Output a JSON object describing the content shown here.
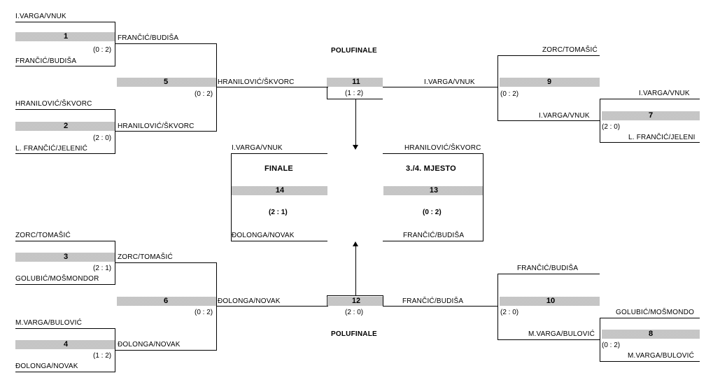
{
  "labels": {
    "polufinale_top": "POLUFINALE",
    "polufinale_bottom": "POLUFINALE",
    "finale": "FINALE",
    "third_place": "3./4. MJESTO"
  },
  "matches": {
    "m1": {
      "number": "1",
      "score": "(0 : 2)",
      "top": "I.VARGA/VNUK",
      "bottom": "FRANČIĆ/BUDIŠA",
      "winner": "FRANČIĆ/BUDIŠA"
    },
    "m2": {
      "number": "2",
      "score": "(2 : 0)",
      "top": "HRANILOVIĆ/ŠKVORC",
      "bottom": "L. FRANČIĆ/JELENIĆ",
      "winner": "HRANILOVIĆ/ŠKVORC"
    },
    "m3": {
      "number": "3",
      "score": "(2 : 1)",
      "top": "ZORC/TOMAŠIĆ",
      "bottom": "GOLUBIĆ/MOŠMONDOR",
      "winner": "ZORC/TOMAŠIĆ"
    },
    "m4": {
      "number": "4",
      "score": "(1 : 2)",
      "top": "M.VARGA/BULOVIĆ",
      "bottom": "ĐOLONGA/NOVAK",
      "winner": "ĐOLONGA/NOVAK"
    },
    "m5": {
      "number": "5",
      "score": "(0 : 2)",
      "winner": "HRANILOVIĆ/ŠKVORC"
    },
    "m6": {
      "number": "6",
      "score": "(0 : 2)",
      "winner": "ĐOLONGA/NOVAK"
    },
    "m7": {
      "number": "7",
      "score": "(2 : 0)",
      "top": "I.VARGA/VNUK",
      "bottom": "L. FRANČIĆ/JELENI",
      "winner": "I.VARGA/VNUK"
    },
    "m8": {
      "number": "8",
      "score": "(0 : 2)",
      "top": "GOLUBIĆ/MOŠMONDO",
      "bottom": "M.VARGA/BULOVIĆ",
      "winner": "M.VARGA/BULOVIĆ"
    },
    "m9": {
      "number": "9",
      "score": "(0 : 2)",
      "top": "ZORC/TOMAŠIĆ",
      "winner": "I.VARGA/VNUK"
    },
    "m10": {
      "number": "10",
      "score": "(2 : 0)",
      "top": "FRANČIĆ/BUDIŠA",
      "winner": "FRANČIĆ/BUDIŠA"
    },
    "m11": {
      "number": "11",
      "score": "(1 : 2)",
      "left": "HRANILOVIĆ/ŠKVORC",
      "right": "I.VARGA/VNUK"
    },
    "m12": {
      "number": "12",
      "score": "(2 : 0)",
      "left": "ĐOLONGA/NOVAK",
      "right": "FRANČIĆ/BUDIŠA"
    },
    "m13": {
      "number": "13",
      "score": "(0 : 2)",
      "top": "HRANILOVIĆ/ŠKVORC",
      "bottom": "FRANČIĆ/BUDIŠA"
    },
    "m14": {
      "number": "14",
      "score": "(2 : 1)",
      "top": "I.VARGA/VNUK",
      "bottom": "ĐOLONGA/NOVAK"
    }
  }
}
